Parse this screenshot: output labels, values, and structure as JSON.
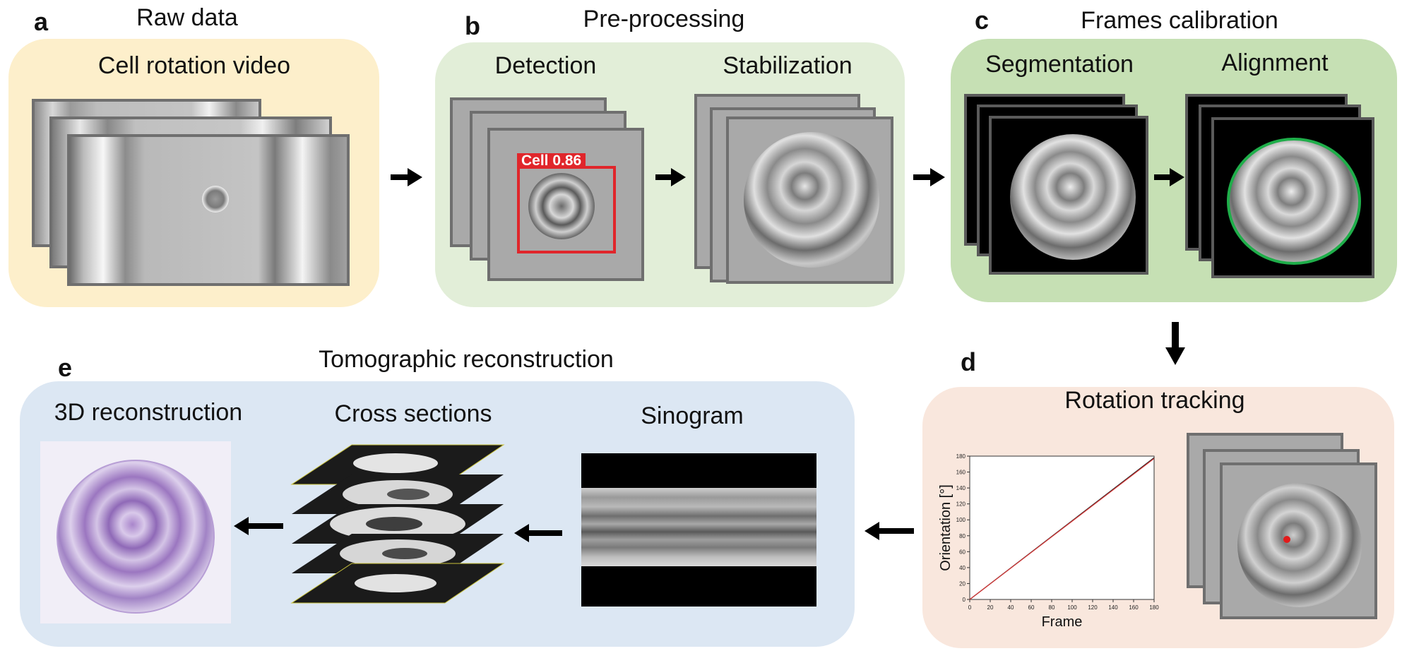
{
  "colors": {
    "panel_a": "#fdefcb",
    "panel_b": "#e2eed8",
    "panel_c": "#c6e0b4",
    "panel_d": "#f9e7dd",
    "panel_e": "#dce7f3",
    "bbox": "#e0262b",
    "ring": "#1fae4a",
    "marker": "#e21b1b",
    "purple": "#8a62b0"
  },
  "panels": {
    "a": {
      "letter": "a",
      "title": "Raw data",
      "sub": "Cell rotation video"
    },
    "b": {
      "letter": "b",
      "title": "Pre-processing",
      "sub1": "Detection",
      "sub2": "Stabilization",
      "bbox_label": "Cell 0.86"
    },
    "c": {
      "letter": "c",
      "title": "Frames calibration",
      "sub1": "Segmentation",
      "sub2": "Alignment"
    },
    "d": {
      "letter": "d",
      "title": "Rotation tracking"
    },
    "e": {
      "letter": "e",
      "title": "Tomographic reconstruction",
      "sub1": "3D reconstruction",
      "sub2": "Cross sections",
      "sub3": "Sinogram"
    }
  },
  "chart_data": {
    "type": "line",
    "xlabel": "Frame",
    "ylabel": "Orientation [°]",
    "xlim": [
      0,
      180
    ],
    "ylim": [
      0,
      180
    ],
    "xticks": [
      0,
      20,
      40,
      60,
      80,
      100,
      120,
      140,
      160,
      180
    ],
    "yticks": [
      0,
      20,
      40,
      60,
      80,
      100,
      120,
      140,
      160,
      180
    ],
    "series": [
      {
        "x": [
          0,
          180
        ],
        "y": [
          0,
          178
        ],
        "color": "#1a1a1a"
      },
      {
        "x": [
          0,
          180
        ],
        "y": [
          0,
          177
        ],
        "color": "#d43a3a"
      }
    ]
  }
}
